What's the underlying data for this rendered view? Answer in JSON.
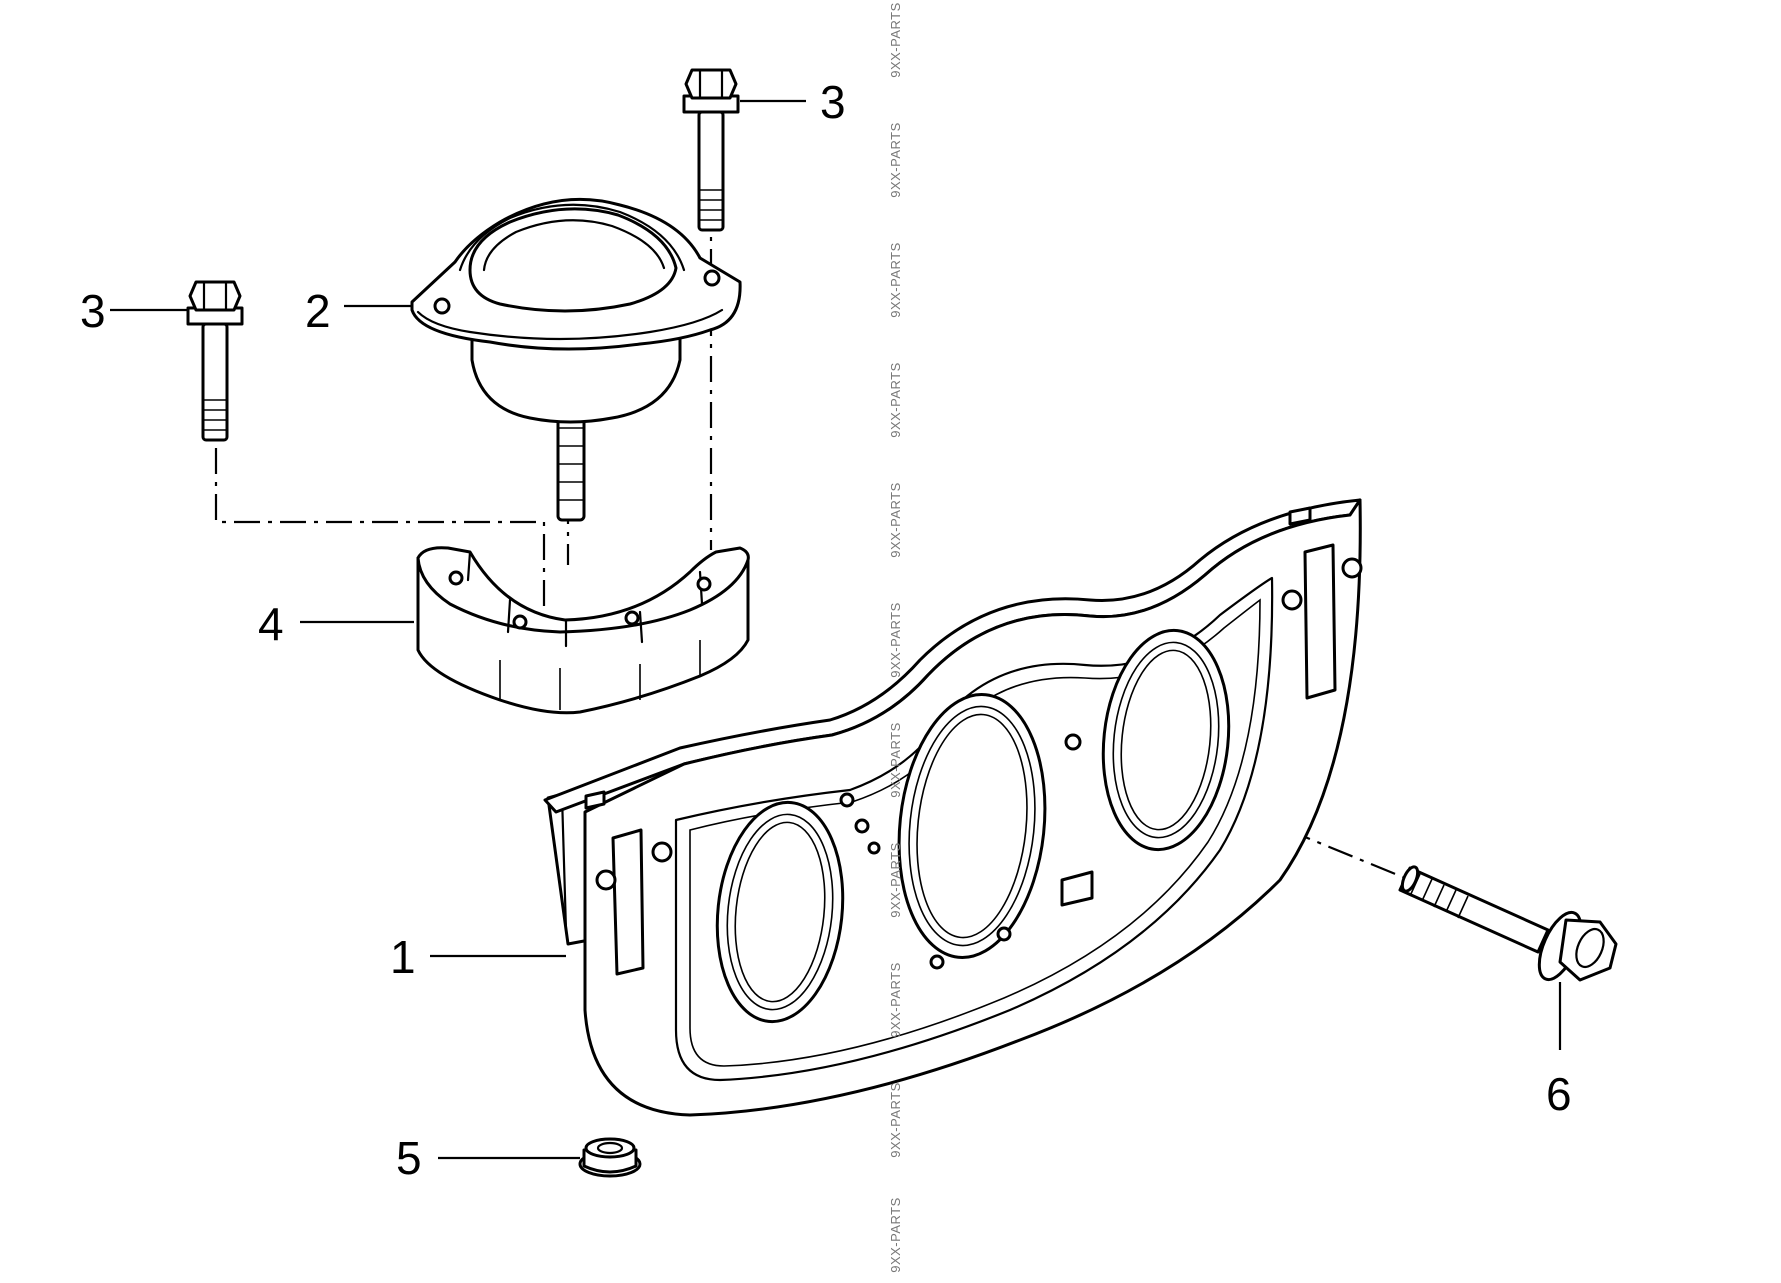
{
  "callouts": {
    "c1": "1",
    "c2": "2",
    "c3_left": "3",
    "c3_top": "3",
    "c4": "4",
    "c5": "5",
    "c6": "6"
  },
  "watermark": "9XX-PARTS",
  "parts": [
    {
      "number": "1",
      "name": "carrier-plate"
    },
    {
      "number": "2",
      "name": "engine-mount"
    },
    {
      "number": "3",
      "name": "bolt"
    },
    {
      "number": "4",
      "name": "mount-bracket"
    },
    {
      "number": "5",
      "name": "flange-nut"
    },
    {
      "number": "6",
      "name": "flange-bolt"
    }
  ]
}
